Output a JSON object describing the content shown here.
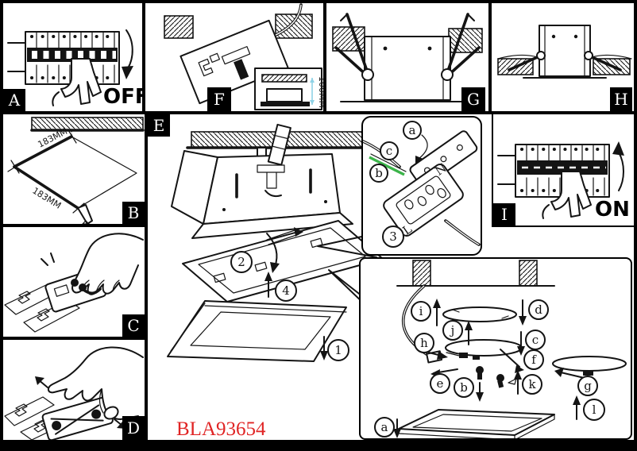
{
  "product_code": "BLA93654",
  "colors": {
    "line": "#141414",
    "red_text": "#e02424",
    "green_wire": "#3cb44a",
    "dim_text_yellow": "#e3c045",
    "dim_arrow_cyan": "#8fd2e6"
  },
  "panels": {
    "a": {
      "label": "A",
      "switch_text": "OFF"
    },
    "b": {
      "label": "B",
      "dim_top": "183MM",
      "dim_bottom": "183MM"
    },
    "c": {
      "label": "C"
    },
    "d": {
      "label": "D"
    },
    "e": {
      "label": "E",
      "step1": "1",
      "step2": "2",
      "step4": "4"
    },
    "f": {
      "label": "F",
      "inset_dim": "100MM"
    },
    "g": {
      "label": "G"
    },
    "h": {
      "label": "H"
    },
    "i": {
      "label": "I",
      "switch_text": "ON"
    }
  },
  "junction": {
    "step": "3",
    "a": "a",
    "b": "b",
    "c": "c",
    "neutral": "N",
    "live": "L"
  },
  "exploded": {
    "a": "a",
    "b": "b",
    "c": "c",
    "d": "d",
    "e": "e",
    "f": "f",
    "g": "g",
    "h": "h",
    "i": "i",
    "j": "j",
    "k": "k",
    "l": "l"
  }
}
